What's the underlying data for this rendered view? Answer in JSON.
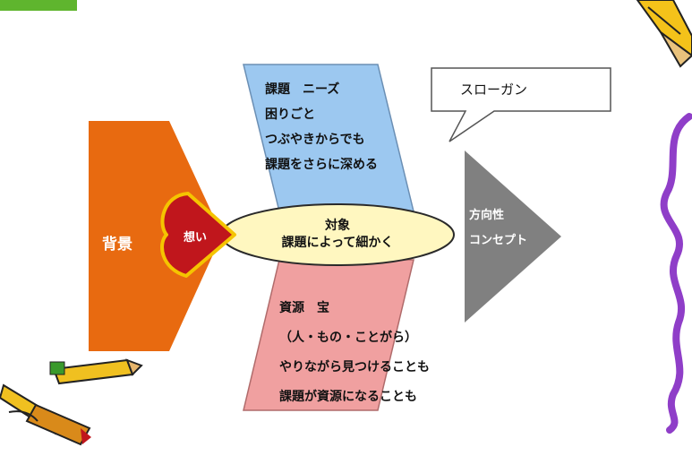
{
  "diagram": {
    "background_block": {
      "label": "背景",
      "color": "#e86a10"
    },
    "heart": {
      "label": "想い",
      "color": "#c0161c",
      "outline": "#f5c400"
    },
    "top_parallelogram": {
      "color": "#9cc8f0",
      "lines": [
        "課題　ニーズ",
        "困りごと",
        "つぶやきからでも",
        "課題をさらに深める"
      ]
    },
    "bottom_parallelogram": {
      "color": "#f0a0a0",
      "lines": [
        "資源　宝",
        "（人・もの・ことがら）",
        "やりながら見つけることも",
        "課題が資源になることも"
      ]
    },
    "center_ellipse": {
      "color": "#fff7c0",
      "lines": [
        "対象",
        "課題によって細かく"
      ]
    },
    "speech_bubble": {
      "label": "スローガン"
    },
    "arrow": {
      "color": "#808080",
      "lines": [
        "方向性",
        "コンセプト"
      ]
    }
  },
  "decorations": {
    "icons": [
      "crayon-icon",
      "crayons-icon",
      "scribble-icon",
      "header-tab-icon"
    ]
  }
}
